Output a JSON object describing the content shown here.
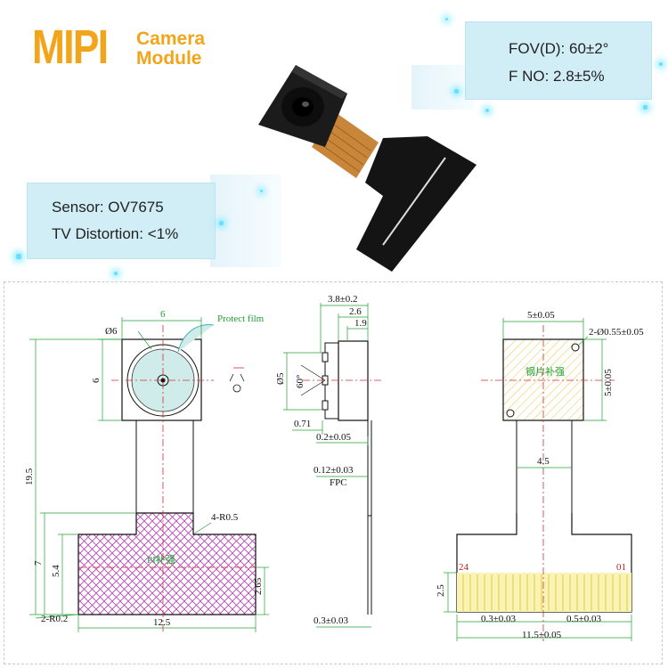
{
  "header": {
    "title": "MIPI",
    "subtitle_line1": "Camera",
    "subtitle_line2": "Module"
  },
  "specs_right": {
    "line1": "FOV(D): 60±2°",
    "line2": "F NO: 2.8±5%"
  },
  "specs_left": {
    "line1": "Sensor: OV7675",
    "line2": "TV Distortion: <1%"
  },
  "drawing": {
    "front": {
      "dia": "Ø6",
      "width": "6",
      "height": "6",
      "protect": "Protect film",
      "total_h": "19.5",
      "h7": "7",
      "h54": "5.4",
      "h265": "2.65",
      "r5": "4-R0.5",
      "r2": "2-R0.2",
      "width125": "12.5",
      "pi": "PI补强"
    },
    "side": {
      "d38": "3.8±0.2",
      "d26": "2.6",
      "d19": "1.9",
      "phi5": "Ø5",
      "angle": "60°",
      "d071": "0.71",
      "d02": "0.2±0.05",
      "d012": "0.12±0.03",
      "fpc": "FPC",
      "d03": "0.3±0.03"
    },
    "back": {
      "w5": "5±0.05",
      "holes": "2-Ø0.55±0.05",
      "h5": "5±0.05",
      "steel": "钢片补强",
      "neck": "4.5",
      "pin24": "24",
      "pin01": "01",
      "h25": "2.5",
      "p03": "0.3±0.03",
      "p05": "0.5±0.03",
      "w115": "11.5±0.05"
    }
  }
}
